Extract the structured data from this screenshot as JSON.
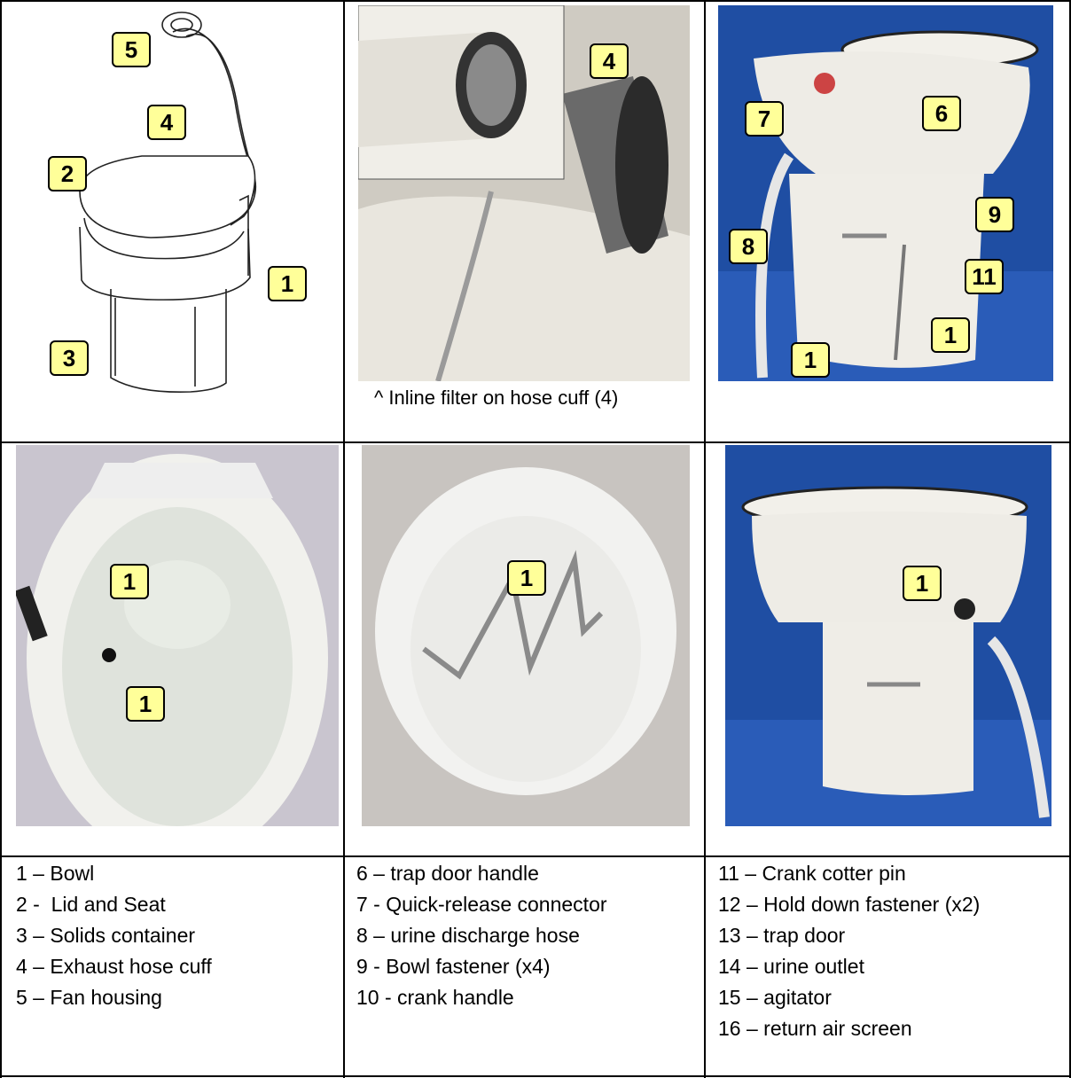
{
  "caption_filter": "^ Inline filter on hose cuff (4)",
  "callouts": {
    "diagram": [
      "5",
      "4",
      "2",
      "1",
      "3"
    ],
    "hose": [
      "4"
    ],
    "side": [
      "7",
      "6",
      "9",
      "8",
      "11",
      "1",
      "1"
    ],
    "bowl_top": [
      "1",
      "1"
    ],
    "agitator": [
      "1"
    ],
    "back": [
      "1"
    ]
  },
  "legend": {
    "col1": [
      "1 – Bowl",
      "2 -  Lid and Seat",
      "3 – Solids container",
      "4 – Exhaust hose cuff",
      "5 – Fan housing"
    ],
    "col2": [
      "6 – trap door handle",
      "7 - Quick-release connector",
      "8 – urine discharge hose",
      "9 - Bowl fastener (x4)",
      "10 - crank handle"
    ],
    "col3": [
      "11 – Crank cotter pin",
      "12 – Hold down fastener (x2)",
      "13 – trap door",
      "14 – urine outlet",
      "15 – agitator",
      "16 – return air screen"
    ]
  },
  "colors": {
    "callout_fill": "#ffff99",
    "photo_blue": "#1f4ea3",
    "grid": "#000000"
  }
}
